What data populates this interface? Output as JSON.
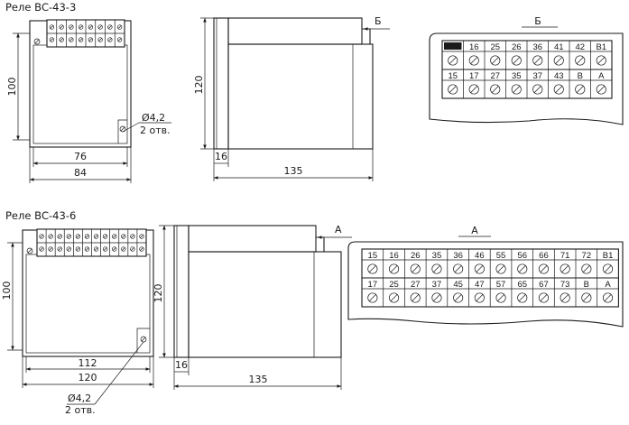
{
  "relay1": {
    "title": "Реле ВС-43-3",
    "dim_height": "100",
    "dim_inner_width": "76",
    "dim_outer_width": "84",
    "hole_diameter": "Ø4,2",
    "hole_count": "2 отв.",
    "side_height": "120",
    "side_depth_small": "16",
    "side_depth": "135",
    "view_mark": "Б",
    "terminal_label": "Б",
    "top_row": [
      "",
      "16",
      "25",
      "26",
      "36",
      "41",
      "42",
      "В1"
    ],
    "bottom_row": [
      "15",
      "17",
      "27",
      "35",
      "37",
      "43",
      "В",
      "А"
    ]
  },
  "relay2": {
    "title": "Реле ВС-43-6",
    "dim_height": "100",
    "dim_inner_width": "112",
    "dim_outer_width": "120",
    "hole_diameter": "Ø4,2",
    "hole_count": "2 отв.",
    "side_height": "120",
    "side_depth_small": "16",
    "side_depth": "135",
    "view_mark": "А",
    "terminal_label": "А",
    "top_row": [
      "15",
      "16",
      "26",
      "35",
      "36",
      "46",
      "55",
      "56",
      "66",
      "71",
      "72",
      "В1"
    ],
    "bottom_row": [
      "17",
      "25",
      "27",
      "37",
      "45",
      "47",
      "57",
      "65",
      "67",
      "73",
      "В",
      "А"
    ]
  },
  "colors": {
    "line": "#1a1a1a",
    "background": "#ffffff"
  }
}
